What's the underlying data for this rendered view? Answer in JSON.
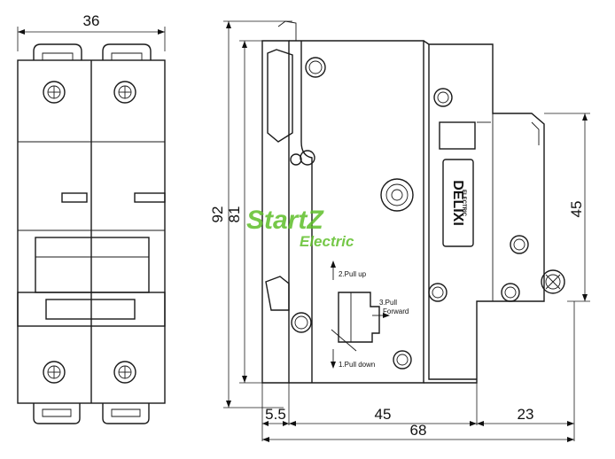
{
  "dimensions": {
    "front_width": "36",
    "overall_height": "92",
    "body_height": "81",
    "depth_top": "45",
    "offset_left": "5.5",
    "depth_main": "45",
    "depth_right": "23",
    "overall_depth": "68"
  },
  "instructions": {
    "step1": "1.Pull down",
    "step2": "2.Pull up",
    "step3_line1": "3.Pull",
    "step3_line2": "Forward"
  },
  "brand": {
    "name": "DELIXI",
    "sub": "ELECTRIC"
  },
  "watermark": {
    "line1": "StartZ",
    "line2": "Electric"
  }
}
